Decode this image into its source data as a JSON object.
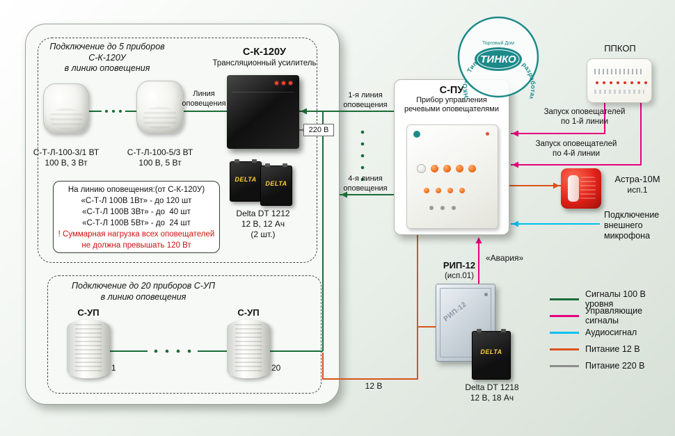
{
  "colors": {
    "signal_100v": "#1b6b38",
    "control": "#e6007e",
    "audio": "#00c0f0",
    "power_12v": "#d9531b",
    "power_220v": "#8c8c8c",
    "brand_teal": "#1d8a8a",
    "warning_red": "#cc1111"
  },
  "logo": {
    "ring_text": "Типовое решение разработано «Торговым Домом ТИНКО»",
    "brand_sub": "Торговый Дом",
    "brand": "ТИНКО"
  },
  "group_sk": {
    "title_line1": "Подключение до 5 приборов",
    "title_line2": "С-К-120У",
    "title_line3": "в линию оповещения",
    "amp_name": "С-К-120У",
    "amp_subtitle": "Трансляционный усилитель",
    "speaker1_name": "С-Т-Л-100-3/1 ВТ",
    "speaker1_spec": "100 В, 3 Вт",
    "speaker2_name": "С-Т-Л-100-5/3 ВТ",
    "speaker2_spec": "100 В, 5 Вт",
    "line_label_line1": "Линия",
    "line_label_line2": "оповещения",
    "battery_brand": "DELTA",
    "battery_name": "Delta DT 1212",
    "battery_spec": "12 В, 12 Ач",
    "battery_qty": "(2 шт.)",
    "note_header": "На линию оповещения:(от С-К-120У)",
    "note_row1": "«С-Т-Л 100В 1Вт» - до 120 шт",
    "note_row2": "«С-Т-Л 100В 3Вт» - до  40 шт",
    "note_row3": "«С-Т-Л 100В 5Вт» - до  24 шт",
    "note_warn1": "! Суммарная нагрузка всех оповещателей",
    "note_warn2": "не должна превышать 120 Вт"
  },
  "group_sup": {
    "title_line1": "Подключение до 20 приборов С-УП",
    "title_line2": "в линию оповещения",
    "speaker_name": "С-УП",
    "first_index": "1",
    "last_index": "20"
  },
  "spu": {
    "name": "С-ПУ",
    "subtitle_line1": "Прибор управления",
    "subtitle_line2": "речевыми оповещателями"
  },
  "ppkop": {
    "name": "ППКОП"
  },
  "astra": {
    "name": "Астра-10М",
    "variant": "исп.1"
  },
  "rip": {
    "name": "РИП-12",
    "variant": "(исп.01)",
    "battery_brand": "DELTA",
    "battery_name": "Delta DT 1218",
    "battery_spec": "12 В, 18 Ач"
  },
  "wires": {
    "line1_line1": "1-я линия",
    "line1_line2": "оповещения",
    "line4_line1": "4-я линия",
    "line4_line2": "оповещения",
    "power220": "220 В",
    "power12": "12 В",
    "start1_line1": "Запуск оповещателей",
    "start1_line2": "по 1-й линии",
    "start4_line1": "Запуск оповещателей",
    "start4_line2": "по 4-й линии",
    "avaria": "«Авария»",
    "mic_line1": "Подключение",
    "mic_line2": "внешнего",
    "mic_line3": "микрофона"
  },
  "legend": {
    "items": [
      {
        "label": "Сигналы 100 В уровня",
        "color": "#1b6b38"
      },
      {
        "label": "Управляющие сигналы",
        "color": "#e6007e"
      },
      {
        "label": "Аудиосигнал",
        "color": "#00c0f0"
      },
      {
        "label": "Питание 12 В",
        "color": "#d9531b"
      },
      {
        "label": "Питание 220 В",
        "color": "#8c8c8c"
      }
    ]
  }
}
